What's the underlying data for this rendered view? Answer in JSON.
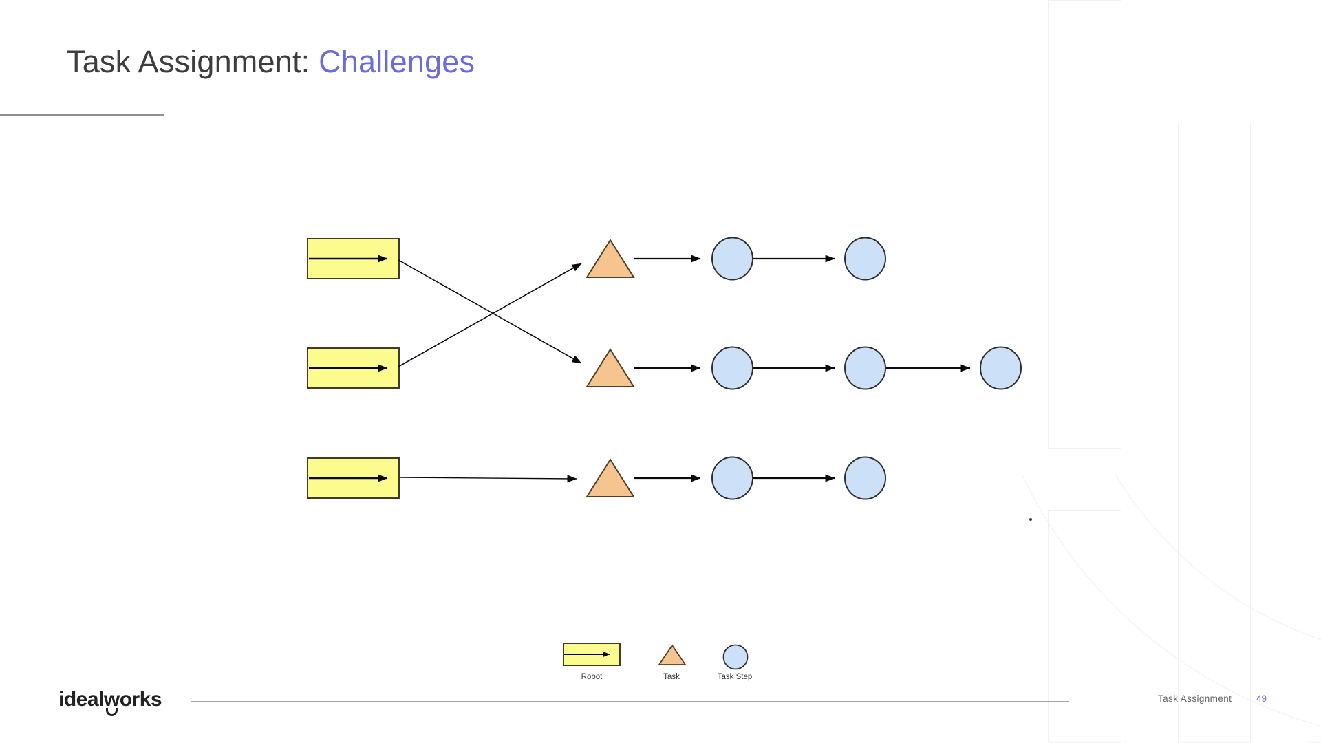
{
  "title": {
    "prefix": "Task Assignment: ",
    "highlight": "Challenges"
  },
  "legend": {
    "items": [
      {
        "label": "Robot"
      },
      {
        "label": "Task"
      },
      {
        "label": "Task Step"
      }
    ]
  },
  "footer": {
    "logo_pre": "ideal",
    "logo_mid": "w",
    "logo_post": "orks",
    "section": "Task Assignment",
    "page": "49"
  },
  "colors": {
    "title_text": "#3d3d3d",
    "title_accent": "#6b6be0",
    "robot_fill": "#fbfb8e",
    "robot_stroke": "#3c3c28",
    "task_fill": "#f6c48f",
    "task_stroke": "#523f28",
    "task_step_fill": "#cce0f7",
    "task_step_stroke": "#2f2f2f",
    "arrow": "#0a0a0a",
    "footer_section_text": "#666666",
    "page_number": "#6c6ce0"
  },
  "diagram": {
    "type": "graph",
    "node_types": [
      "Robot",
      "Task",
      "Task Step"
    ],
    "robot_count": 3,
    "task_count": 3,
    "task_steps_per_task": [
      2,
      3,
      2
    ],
    "assignments": [
      {
        "robot": 1,
        "task": 2
      },
      {
        "robot": 2,
        "task": 1
      },
      {
        "robot": 3,
        "task": 3
      }
    ]
  }
}
